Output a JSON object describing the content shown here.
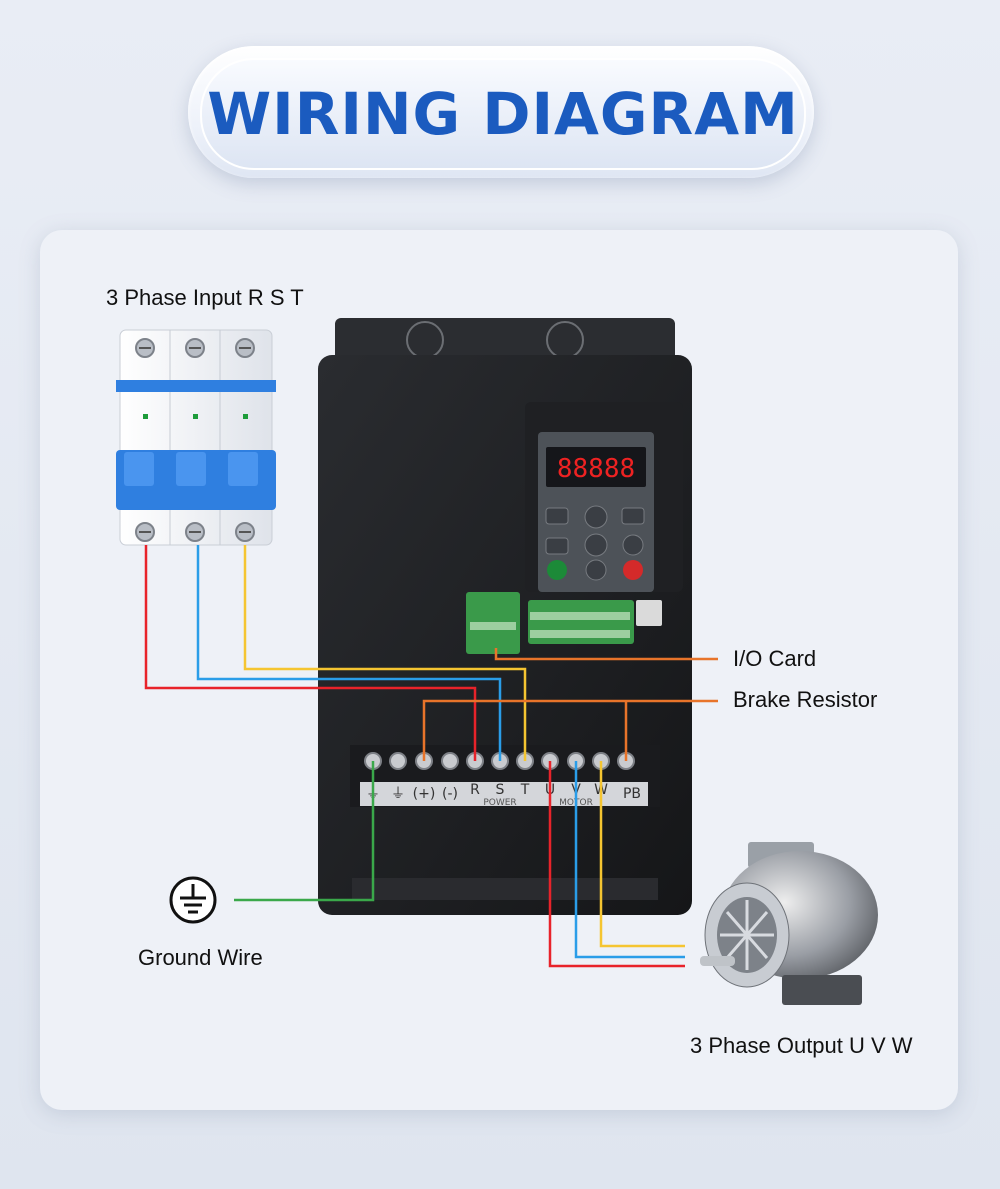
{
  "title": "WIRING DIAGRAM",
  "labels": {
    "input": "3 Phase Input R S T",
    "io_card": "I/O Card",
    "brake_resistor": "Brake Resistor",
    "ground": "Ground Wire",
    "output": "3 Phase Output U V W"
  },
  "terminals": {
    "power_caption": "POWER",
    "motor_caption": "MOTOR",
    "items": [
      "⏚",
      "⏚",
      "(+)",
      "(-)",
      "R",
      "S",
      "T",
      "U",
      "V",
      "W",
      "PB"
    ]
  },
  "display": "88888",
  "wire_colors": {
    "red": "#e8232a",
    "blue": "#2a9de8",
    "yellow": "#f5c531",
    "orange": "#e8742a",
    "green": "#3aa84a"
  }
}
